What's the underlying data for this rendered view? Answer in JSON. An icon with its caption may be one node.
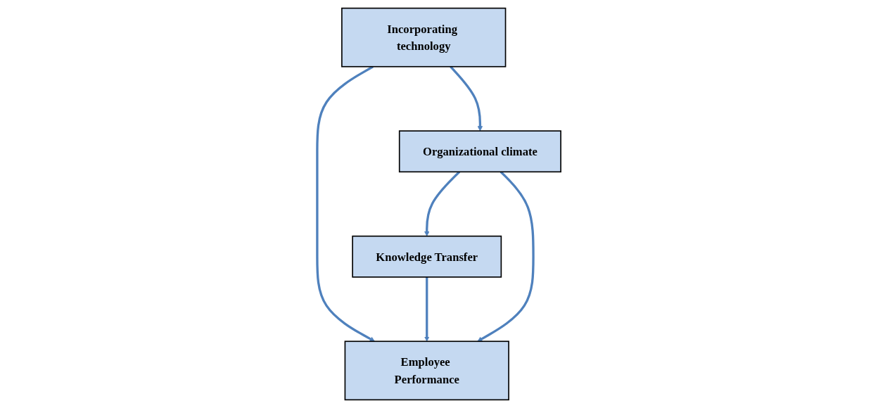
{
  "diagram": {
    "nodes": [
      {
        "text": [
          "Incorporating technology"
        ]
      },
      {
        "text": [
          "Organizational climate"
        ]
      },
      {
        "text": [
          "Knowledge Transfer"
        ]
      },
      {
        "text": [
          "Employee Performance"
        ]
      }
    ],
    "edges": [
      {
        "from": 0,
        "to": 1,
        "arrow": "to"
      },
      {
        "from": 0,
        "to": 3,
        "arrow": "to"
      },
      {
        "from": 1,
        "to": 2,
        "arrow": "to"
      },
      {
        "from": 2,
        "to": 3,
        "arrow": "to"
      },
      {
        "from": 1,
        "to": 3,
        "arrow": "to"
      }
    ]
  }
}
